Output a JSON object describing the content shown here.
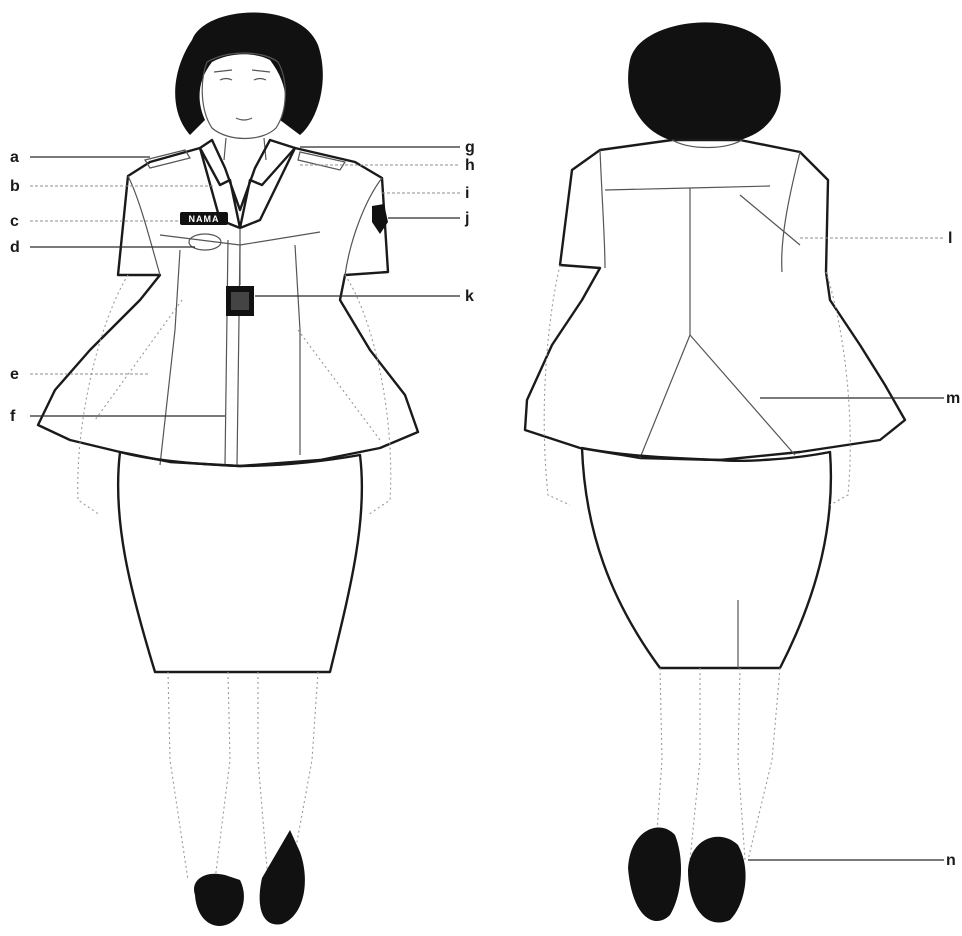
{
  "name_tag": {
    "text": "NAMA"
  },
  "labels": {
    "a": "a",
    "b": "b",
    "c": "c",
    "d": "d",
    "e": "e",
    "f": "f",
    "g": "g",
    "h": "h",
    "i": "i",
    "j": "j",
    "k": "k",
    "l": "l",
    "m": "m",
    "n": "n"
  },
  "colors": {
    "ink": "#1a1a1a",
    "hair": "#111111",
    "background": "#ffffff"
  },
  "views": [
    "front",
    "back"
  ]
}
